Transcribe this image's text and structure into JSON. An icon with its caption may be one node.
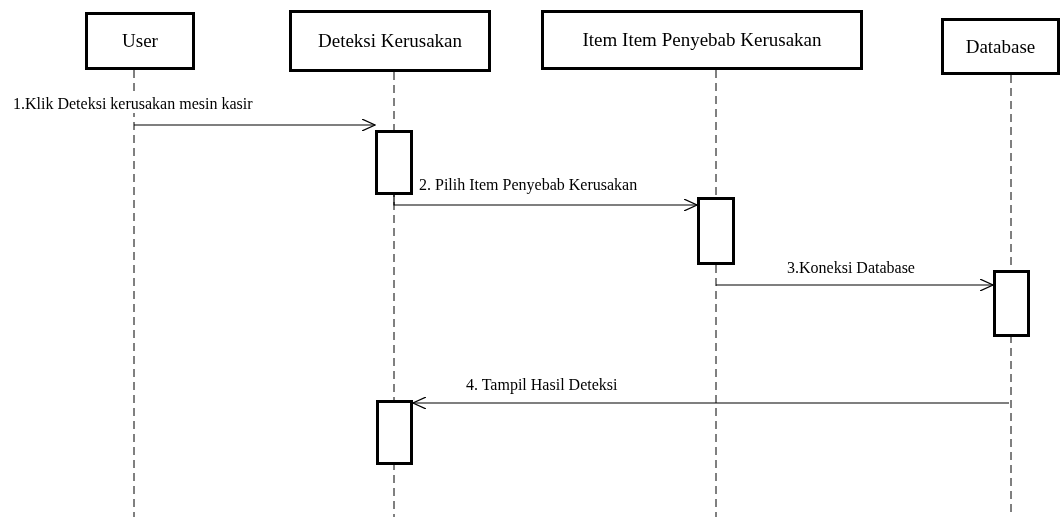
{
  "diagram": {
    "nodes": [
      {
        "text": [
          "User"
        ]
      },
      {
        "text": [
          "Deteksi Kerusakan"
        ]
      },
      {
        "text": [
          "Item Item Penyebab Kerusakan"
        ]
      },
      {
        "text": [
          "Database"
        ]
      },
      {
        "text": [],
        "shape": "box"
      },
      {
        "text": [],
        "shape": "box"
      },
      {
        "text": [],
        "shape": "box"
      },
      {
        "text": [],
        "shape": "box"
      }
    ],
    "edges": [
      {
        "from": null,
        "to": 4,
        "arrow": "to",
        "label": "1.Klik Deteksi kerusakan mesin kasir"
      },
      {
        "from": 4,
        "to": 5,
        "arrow": "to",
        "label": "2. Pilih Item Penyebab Kerusakan"
      },
      {
        "from": null,
        "to": 6,
        "arrow": "to",
        "label": "3.Koneksi Database"
      },
      {
        "from": null,
        "to": 7,
        "arrow": "to",
        "label": "4. Tampil Hasil Deteksi"
      }
    ]
  }
}
